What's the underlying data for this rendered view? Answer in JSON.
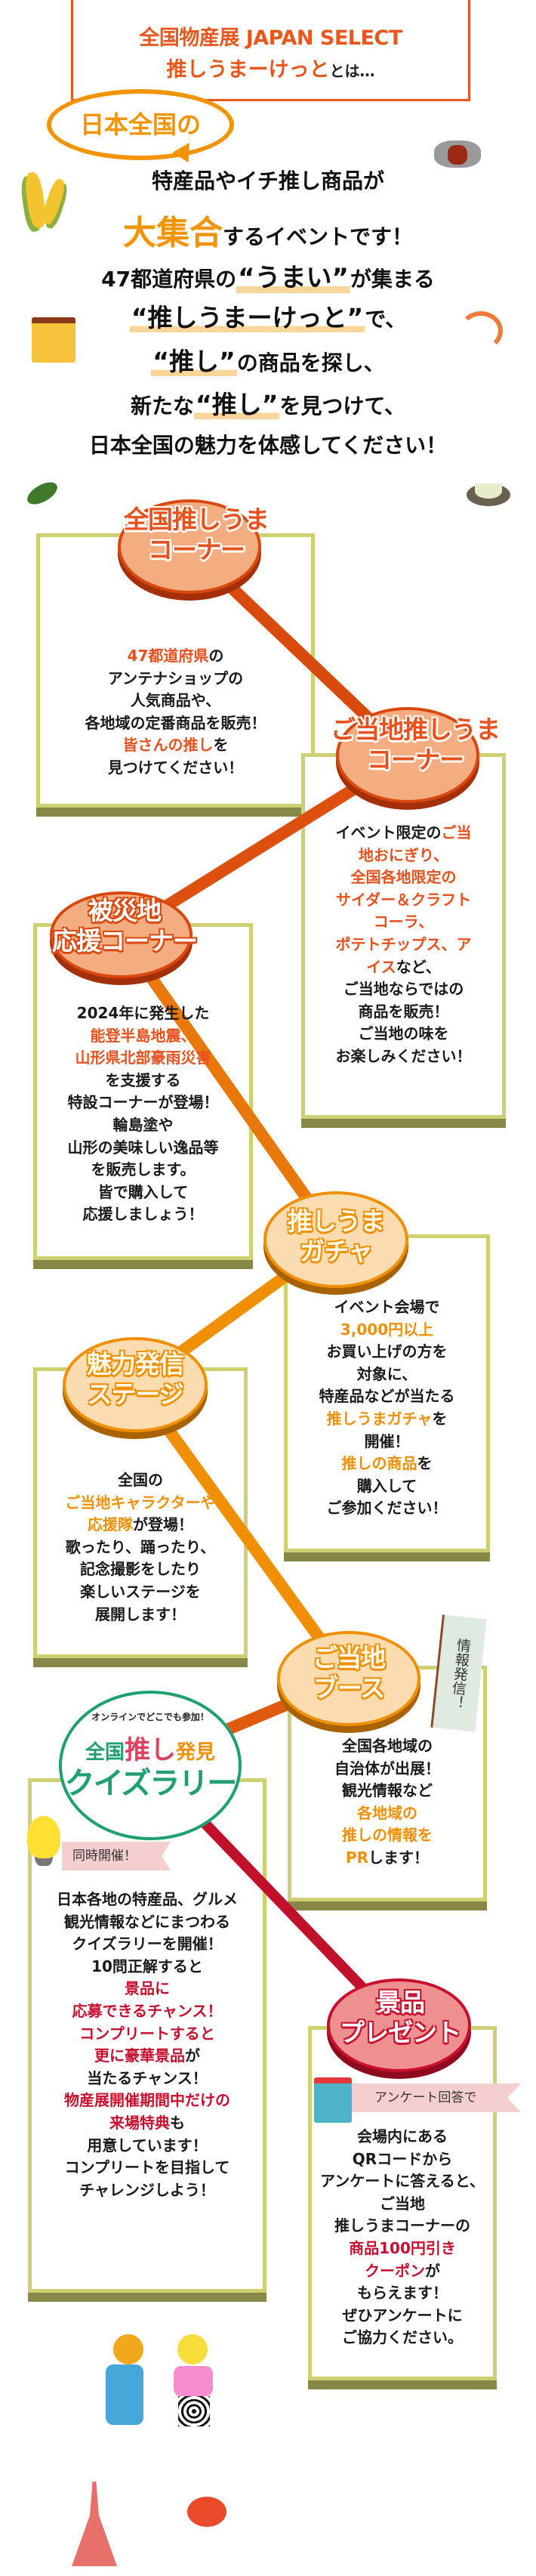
{
  "header": {
    "line1": "全国物産展 JAPAN SELECT",
    "line2_brand": "推しうまーけっと",
    "line2_suffix": "とは…"
  },
  "bubble": "日本全国の",
  "intro": {
    "l1": "特産品やイチ推し商品が",
    "l2_big": "大集合",
    "l2_rest": "するイベントです！",
    "l3_a": "47都道府県の",
    "l3_hl": "“うまい”",
    "l3_b": "が集まる",
    "l4_hl": "“推しうまーけっと”",
    "l4_b": "で、",
    "l5_hl": "“推し”",
    "l5_b": "の商品を探し、",
    "l6_a": "新たな",
    "l6_hl": "“推し”",
    "l6_b": "を見つけて、",
    "l7": "日本全国の魅力を体感してください！"
  },
  "colors": {
    "accent_orange_red": "#e8501e",
    "accent_orange": "#f09000",
    "accent_red": "#c8102e",
    "panel_border": "#cfcf73",
    "panel_shadow": "#878848",
    "quiz_green": "#1fa070"
  },
  "panels": [
    {
      "id": "p1",
      "name": "zenkoku-oshiuma-corner",
      "title": [
        "全国推しうま",
        "コーナー"
      ],
      "hl": "#e8501e",
      "lines": [
        [
          [
            "47都道府県",
            1
          ],
          [
            "の",
            0
          ]
        ],
        [
          [
            "アンテナショップの",
            0
          ]
        ],
        [
          [
            "人気商品や、",
            0
          ]
        ],
        [
          [
            "各地域の定番商品を販売！",
            0
          ]
        ],
        [
          [
            "皆さんの推し",
            1
          ],
          [
            "を",
            0
          ]
        ],
        [
          [
            "見つけてください！",
            0
          ]
        ]
      ]
    },
    {
      "id": "p2",
      "name": "gotochi-oshiuma-corner",
      "title": [
        "ご当地推しうま",
        "コーナー"
      ],
      "hl": "#e8501e",
      "lines": [
        [
          [
            "イベント限定の",
            0
          ],
          [
            "ご当",
            1
          ]
        ],
        [
          [
            "地おにぎり、",
            1
          ]
        ],
        [
          [
            "全国各地限定の",
            1
          ]
        ],
        [
          [
            "サイダー＆クラフト",
            1
          ]
        ],
        [
          [
            "コーラ、",
            1
          ]
        ],
        [
          [
            "ポテトチップス、ア",
            1
          ]
        ],
        [
          [
            "イス",
            1
          ],
          [
            "など、",
            0
          ]
        ],
        [
          [
            "ご当地ならではの",
            0
          ]
        ],
        [
          [
            "商品を販売！",
            0
          ]
        ],
        [
          [
            "ご当地の味を",
            0
          ]
        ],
        [
          [
            "お楽しみください！",
            0
          ]
        ]
      ]
    },
    {
      "id": "p3",
      "name": "hisaichi-ouen-corner",
      "title": [
        "被災地",
        "応援コーナー"
      ],
      "hl": "#e8501e",
      "lines": [
        [
          [
            "2024年に発生した",
            0
          ]
        ],
        [
          [
            "能登半島地震、",
            1
          ]
        ],
        [
          [
            "山形県北部豪雨災害",
            1
          ]
        ],
        [
          [
            "を支援する",
            0
          ]
        ],
        [
          [
            "特設コーナーが登場！",
            0
          ]
        ],
        [
          [
            "輪島塗や",
            0
          ]
        ],
        [
          [
            "山形の美味しい逸品等",
            0
          ]
        ],
        [
          [
            "を販売します。",
            0
          ]
        ],
        [
          [
            "皆で購入して",
            0
          ]
        ],
        [
          [
            "応援しましょう！",
            0
          ]
        ]
      ]
    },
    {
      "id": "p4",
      "name": "oshiuma-gacha",
      "title": [
        "推しうま",
        "ガチャ"
      ],
      "hl": "#f09000",
      "lines": [
        [
          [
            "イベント会場で",
            0
          ]
        ],
        [
          [
            "3,000円以上",
            1
          ]
        ],
        [
          [
            "お買い上げの方を",
            0
          ]
        ],
        [
          [
            "対象に、",
            0
          ]
        ],
        [
          [
            "特産品などが当たる",
            0
          ]
        ],
        [
          [
            "推しうまガチャ",
            1
          ],
          [
            "を",
            0
          ]
        ],
        [
          [
            "開催！",
            0
          ]
        ],
        [
          [
            "推しの商品",
            1
          ],
          [
            "を",
            0
          ]
        ],
        [
          [
            "購入して",
            0
          ]
        ],
        [
          [
            "ご参加ください！",
            0
          ]
        ]
      ]
    },
    {
      "id": "p5",
      "name": "miryoku-hasshin-stage",
      "title": [
        "魅力発信",
        "ステージ"
      ],
      "hl": "#f09000",
      "lines": [
        [
          [
            "全国の",
            0
          ]
        ],
        [
          [
            "ご当地キャラクターや",
            1
          ]
        ],
        [
          [
            "応援隊",
            1
          ],
          [
            "が登場！",
            0
          ]
        ],
        [
          [
            "歌ったり、踊ったり、",
            0
          ]
        ],
        [
          [
            "記念撮影をしたり",
            0
          ]
        ],
        [
          [
            "楽しいステージを",
            0
          ]
        ],
        [
          [
            "展開します！",
            0
          ]
        ]
      ]
    },
    {
      "id": "p6",
      "name": "gotochi-booth",
      "title": [
        "ご当地",
        "ブース"
      ],
      "hl": "#f09000",
      "lines": [
        [
          [
            "全国各地域の",
            0
          ]
        ],
        [
          [
            "自治体が出展！",
            0
          ]
        ],
        [
          [
            "観光情報など",
            0
          ]
        ],
        [
          [
            "各地域の",
            1
          ]
        ],
        [
          [
            "推しの情報を",
            1
          ]
        ],
        [
          [
            "PR",
            1
          ],
          [
            "します！",
            0
          ]
        ]
      ]
    },
    {
      "id": "p7",
      "name": "quiz-rally",
      "title": [],
      "hl": "#c8102e",
      "lines": [
        [
          [
            "日本各地の特産品、グルメ",
            0
          ]
        ],
        [
          [
            "観光情報などにまつわる",
            0
          ]
        ],
        [
          [
            "クイズラリーを開催！",
            0
          ]
        ],
        [
          [
            "10問正解すると",
            0
          ]
        ],
        [
          [
            "景品に",
            1
          ]
        ],
        [
          [
            "応募できるチャンス！",
            1
          ]
        ],
        [
          [
            "コンプリートすると",
            1
          ]
        ],
        [
          [
            "更に豪華景品",
            1
          ],
          [
            "が",
            0
          ]
        ],
        [
          [
            "当たるチャンス！",
            0
          ]
        ],
        [
          [
            "物産展開催期間中だけの",
            1
          ]
        ],
        [
          [
            "来場特典",
            1
          ],
          [
            "も",
            0
          ]
        ],
        [
          [
            "用意しています！",
            0
          ]
        ],
        [
          [
            "コンプリートを目指して",
            0
          ]
        ],
        [
          [
            "チャレンジしよう！",
            0
          ]
        ]
      ]
    },
    {
      "id": "p8",
      "name": "keihin-present",
      "title": [
        "景品",
        "プレゼント"
      ],
      "hl": "#c8102e",
      "lines": [
        [
          [
            "会場内にある",
            0
          ]
        ],
        [
          [
            "QRコードから",
            0
          ]
        ],
        [
          [
            "アンケートに答えると、",
            0
          ]
        ],
        [
          [
            "ご当地",
            0
          ]
        ],
        [
          [
            "推しうまコーナーの",
            0
          ]
        ],
        [
          [
            "商品100円引き",
            1
          ]
        ],
        [
          [
            "クーポン",
            1
          ],
          [
            "が",
            0
          ]
        ],
        [
          [
            "もらえます！",
            0
          ]
        ],
        [
          [
            "ぜひアンケートに",
            0
          ]
        ],
        [
          [
            "ご協力ください。",
            0
          ]
        ]
      ]
    }
  ],
  "booth_flag": "情報発信！",
  "quiz_logo": {
    "tagline": "オンラインでどこでも参加！",
    "w1": "全国",
    "w2": "推し",
    "w3": "発見",
    "title": "クイズラリー"
  },
  "quiz_ribbon": "同時開催！",
  "prize_ribbon": "アンケート回答で"
}
